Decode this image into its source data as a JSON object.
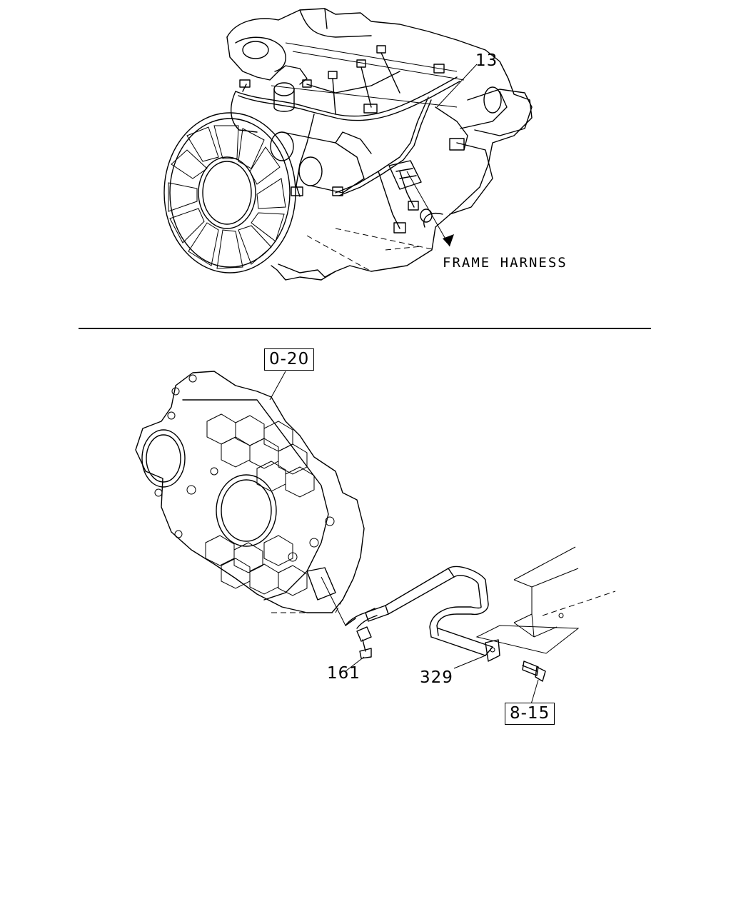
{
  "upper_illustration": {
    "callouts": [
      {
        "id": "callout-13",
        "text": "13"
      },
      {
        "id": "callout-frame-harness",
        "text": "FRAME HARNESS"
      }
    ]
  },
  "lower_illustration": {
    "callouts": [
      {
        "id": "callout-0-20",
        "text": "0-20",
        "boxed": true
      },
      {
        "id": "callout-161",
        "text": "161"
      },
      {
        "id": "callout-329",
        "text": "329"
      },
      {
        "id": "callout-8-15",
        "text": "8-15",
        "boxed": true
      }
    ]
  }
}
